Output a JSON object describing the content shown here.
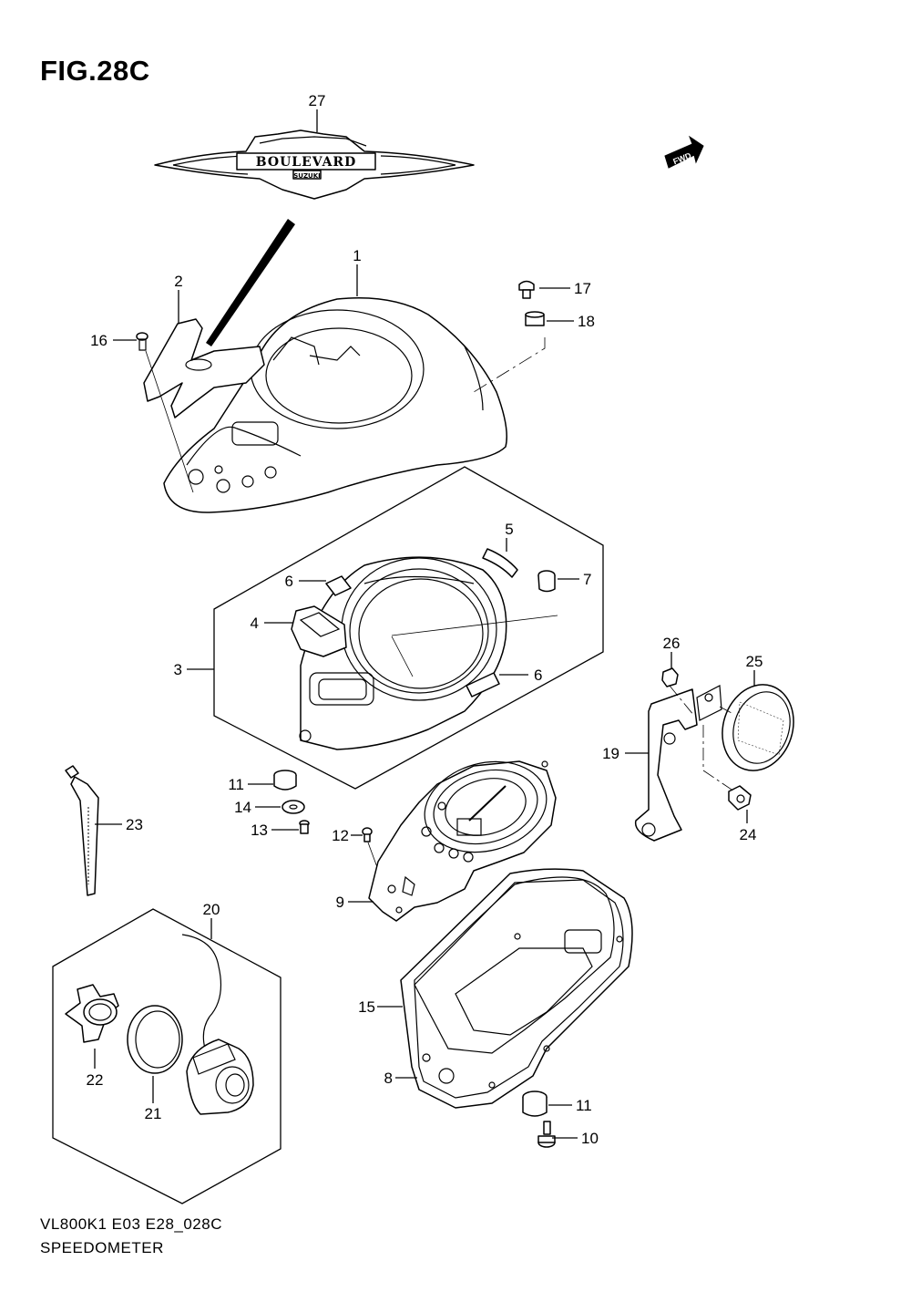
{
  "figure": {
    "title": "FIG.28C",
    "model_code": "VL800K1 E03 E28_028C",
    "part_group": "SPEEDOMETER"
  },
  "fwd_label": "FWD",
  "emblem": {
    "brand_text": "BOULEVARD",
    "sub_text": "SUZUKI"
  },
  "callouts": [
    {
      "id": "c27",
      "text": "27"
    },
    {
      "id": "c1",
      "text": "1"
    },
    {
      "id": "c2",
      "text": "2"
    },
    {
      "id": "c16",
      "text": "16"
    },
    {
      "id": "c17",
      "text": "17"
    },
    {
      "id": "c18",
      "text": "18"
    },
    {
      "id": "c5",
      "text": "5"
    },
    {
      "id": "c6a",
      "text": "6"
    },
    {
      "id": "c7",
      "text": "7"
    },
    {
      "id": "c4",
      "text": "4"
    },
    {
      "id": "c3",
      "text": "3"
    },
    {
      "id": "c6b",
      "text": "6"
    },
    {
      "id": "c26",
      "text": "26"
    },
    {
      "id": "c25",
      "text": "25"
    },
    {
      "id": "c19",
      "text": "19"
    },
    {
      "id": "c24",
      "text": "24"
    },
    {
      "id": "c11a",
      "text": "11"
    },
    {
      "id": "c14",
      "text": "14"
    },
    {
      "id": "c13",
      "text": "13"
    },
    {
      "id": "c12",
      "text": "12"
    },
    {
      "id": "c23",
      "text": "23"
    },
    {
      "id": "c9",
      "text": "9"
    },
    {
      "id": "c20",
      "text": "20"
    },
    {
      "id": "c15",
      "text": "15"
    },
    {
      "id": "c22",
      "text": "22"
    },
    {
      "id": "c21",
      "text": "21"
    },
    {
      "id": "c8",
      "text": "8"
    },
    {
      "id": "c11b",
      "text": "11"
    },
    {
      "id": "c10",
      "text": "10"
    }
  ]
}
